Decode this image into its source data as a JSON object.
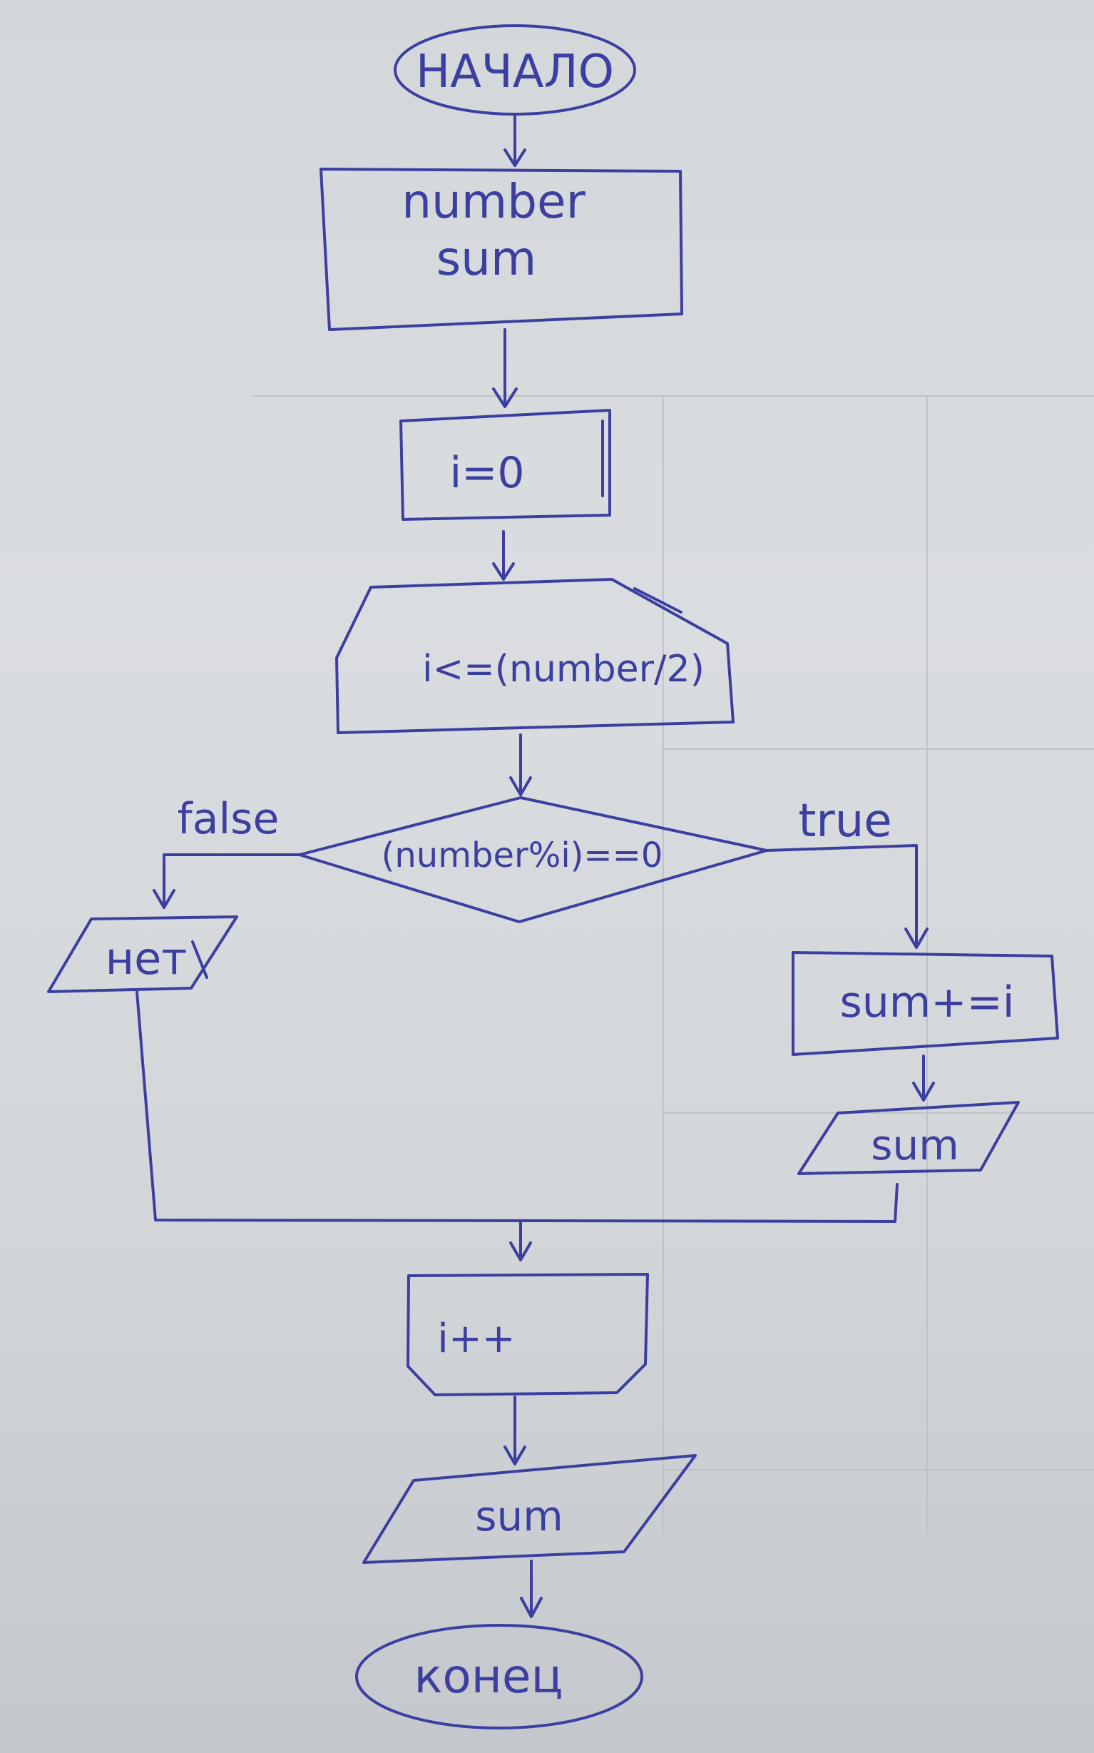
{
  "flowchart": {
    "start": "НАЧАЛО",
    "input_vars": [
      "number",
      "sum"
    ],
    "init": "i=0",
    "loop_condition": "i<=(number/2)",
    "decision": "(number%i)==0",
    "branch_false_label": "false",
    "branch_true_label": "true",
    "false_output": "нет",
    "true_process": "sum+=i",
    "true_output": "sum",
    "loop_end": "i++",
    "final_output": "sum",
    "end": "конец"
  },
  "colors": {
    "ink": "#3c3fa0",
    "paper": "#d8dbde"
  }
}
